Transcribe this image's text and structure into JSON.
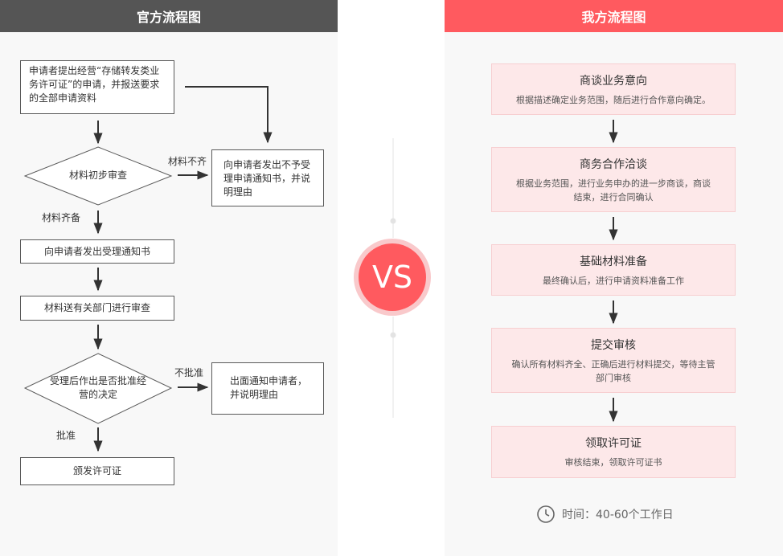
{
  "left": {
    "title": "官方流程图",
    "box1": "申请者提出经营“存储转发类业务许可证”的申请，并报送要求的全部申请资料",
    "diamond1": "材料初步审查",
    "reject1_label": "材料不齐",
    "reject1_box": "向申请者发出不予受理申请通知书，并说明理由",
    "ok1_label": "材料齐备",
    "box2": "向申请者发出受理通知书",
    "box3": "材料送有关部门进行审查",
    "diamond2": "受理后作出是否批准经营的决定",
    "reject2_label": "不批准",
    "reject2_box": "出面通知申请者，并说明理由",
    "ok2_label": "批准",
    "box4": "颁发许可证"
  },
  "vs": "VS",
  "right": {
    "title": "我方流程图",
    "steps": [
      {
        "title": "商谈业务意向",
        "desc": "根据描述确定业务范围，随后进行合作意向确定。"
      },
      {
        "title": "商务合作洽谈",
        "desc": "根据业务范围，进行业务申办的进一步商谈，商谈结束，进行合同确认"
      },
      {
        "title": "基础材料准备",
        "desc": "最终确认后，进行申请资料准备工作"
      },
      {
        "title": "提交审核",
        "desc": "确认所有材料齐全、正确后进行材料提交，等待主管部门审核"
      },
      {
        "title": "领取许可证",
        "desc": "审核结束，领取许可证书"
      }
    ],
    "time_text": "时间：40-60个工作日"
  },
  "colors": {
    "accent": "#ff5a5f",
    "dark_header": "#555555",
    "card_bg": "#fde8e9"
  },
  "icons": {
    "time": "clock-icon"
  }
}
